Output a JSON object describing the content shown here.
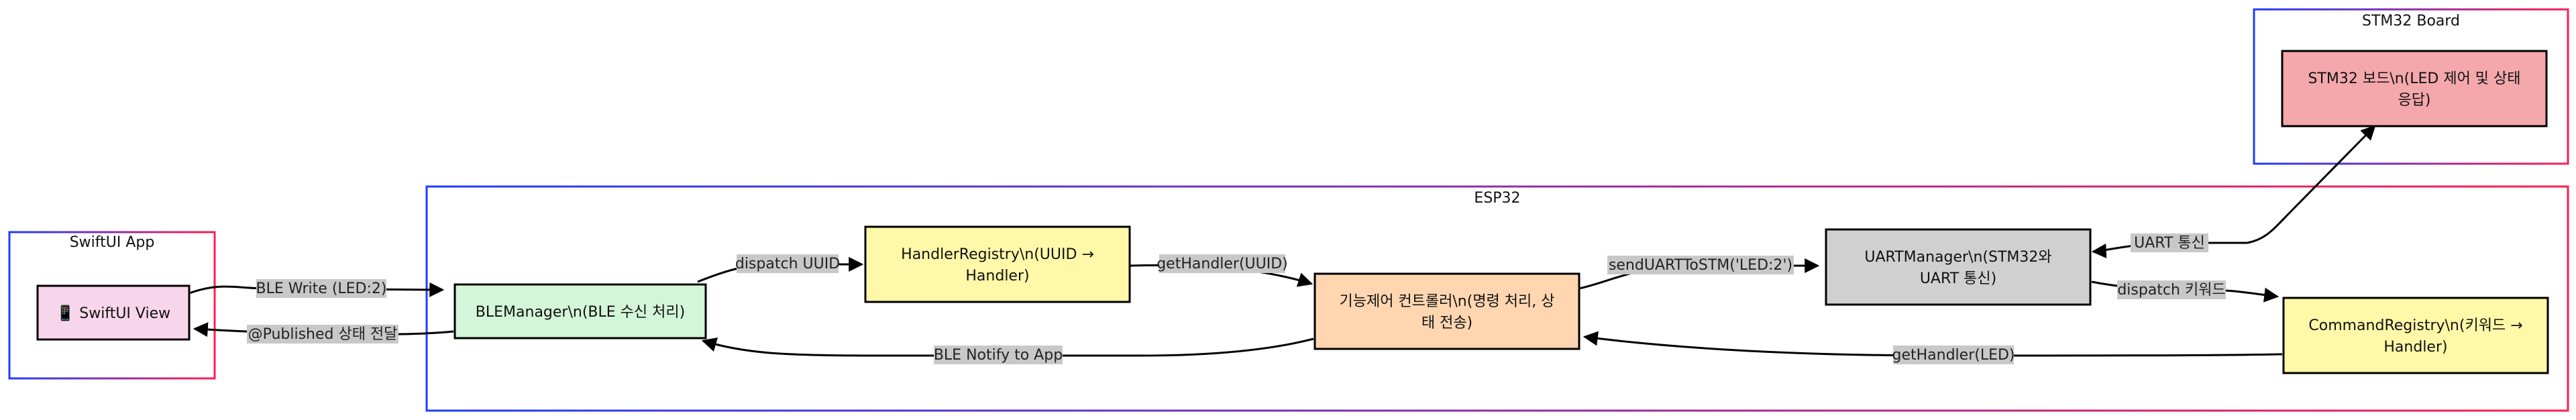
{
  "clusters": {
    "swiftui": {
      "title": "SwiftUI App"
    },
    "esp32": {
      "title": "ESP32"
    },
    "stm32": {
      "title": "STM32 Board"
    }
  },
  "nodes": {
    "swiftui_view": {
      "lines": [
        "📱 SwiftUI View"
      ],
      "fill": "#f7d6ec"
    },
    "ble_manager": {
      "lines": [
        "BLEManager\\n(BLE 수신 처리)"
      ],
      "fill": "#d3f5d8"
    },
    "handler_registry": {
      "lines": [
        "HandlerRegistry\\n(UUID →",
        "Handler)"
      ],
      "fill": "#fff8a8"
    },
    "controller": {
      "lines": [
        "기능제어 컨트롤러\\n(명령 처리, 상",
        "태 전송)"
      ],
      "fill": "#ffd6b0"
    },
    "uart_manager": {
      "lines": [
        "UARTManager\\n(STM32와",
        "UART 통신)"
      ],
      "fill": "#d0d0d0"
    },
    "command_registry": {
      "lines": [
        "CommandRegistry\\n(키워드 →",
        "Handler)"
      ],
      "fill": "#fff8a8"
    },
    "stm32_board": {
      "lines": [
        "STM32 보드\\n(LED 제어 및 상태",
        "응답)"
      ],
      "fill": "#f4a8ac"
    }
  },
  "edges": {
    "ble_write": "BLE Write (LED:2)",
    "published": "@Published 상태 전달",
    "dispatch_uuid": "dispatch UUID",
    "get_handler_uuid": "getHandler(UUID)",
    "send_uart": "sendUARTToSTM('LED:2')",
    "uart_comm": "UART 통신",
    "dispatch_keyword": "dispatch 키워드",
    "get_handler_led": "getHandler(LED)",
    "ble_notify": "BLE Notify to App"
  },
  "colors": {
    "cluster_border_start": "#1e3cff",
    "cluster_border_end": "#ff1e50",
    "edge_label_bg": "#c8c8c8"
  }
}
